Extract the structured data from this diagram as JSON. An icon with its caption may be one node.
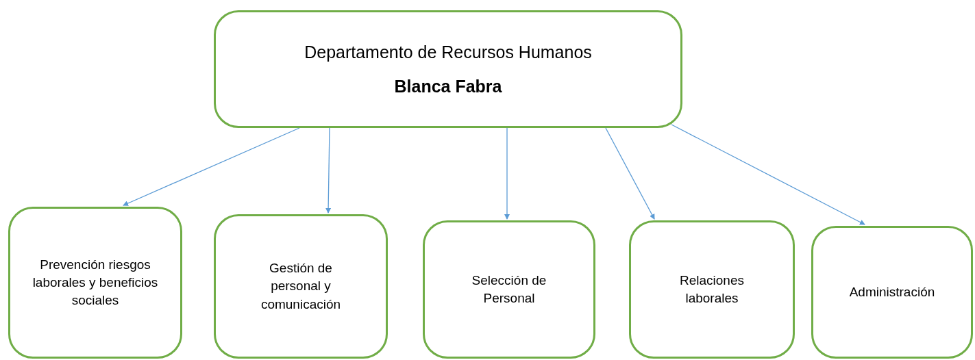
{
  "diagram": {
    "nodes": [
      {
        "text": [
          "Departamento de Recursos Humanos",
          "Blanca Fabra"
        ]
      },
      {
        "text": [
          "Prevención riesgos laborales y beneficios sociales"
        ]
      },
      {
        "text": [
          "Gestión de personal y comunicación"
        ]
      },
      {
        "text": [
          "Selección de Personal"
        ]
      },
      {
        "text": [
          "Relaciones laborales"
        ]
      },
      {
        "text": [
          "Administración"
        ]
      }
    ],
    "edges": [
      {
        "from": 0,
        "to": 1,
        "arrow": "to"
      },
      {
        "from": 0,
        "to": 2,
        "arrow": "to"
      },
      {
        "from": 0,
        "to": 3,
        "arrow": "to"
      },
      {
        "from": 0,
        "to": 4,
        "arrow": "to"
      },
      {
        "from": 0,
        "to": 5,
        "arrow": "to"
      }
    ]
  }
}
